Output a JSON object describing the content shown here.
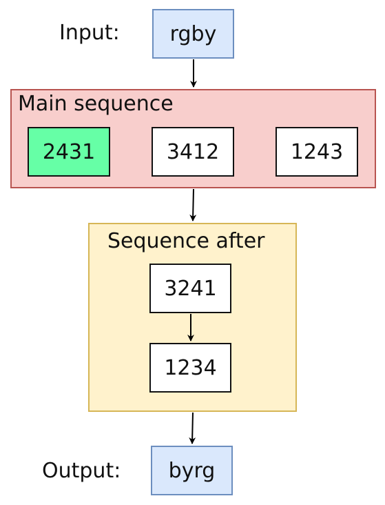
{
  "input": {
    "label": "Input:",
    "value": "rgby"
  },
  "main_sequence": {
    "title": "Main sequence",
    "items": [
      "2431",
      "3412",
      "1243"
    ],
    "highlight_color": "#66ffa6"
  },
  "sequence_after": {
    "title": "Sequence after",
    "items": [
      "3241",
      "1234"
    ]
  },
  "output": {
    "label": "Output:",
    "value": "byrg"
  },
  "colors": {
    "io_fill": "#dae8fc",
    "io_stroke": "#6c8ebf",
    "main_fill": "#f8cecc",
    "main_stroke": "#b85450",
    "after_fill": "#fff2cc",
    "after_stroke": "#d6b656"
  }
}
